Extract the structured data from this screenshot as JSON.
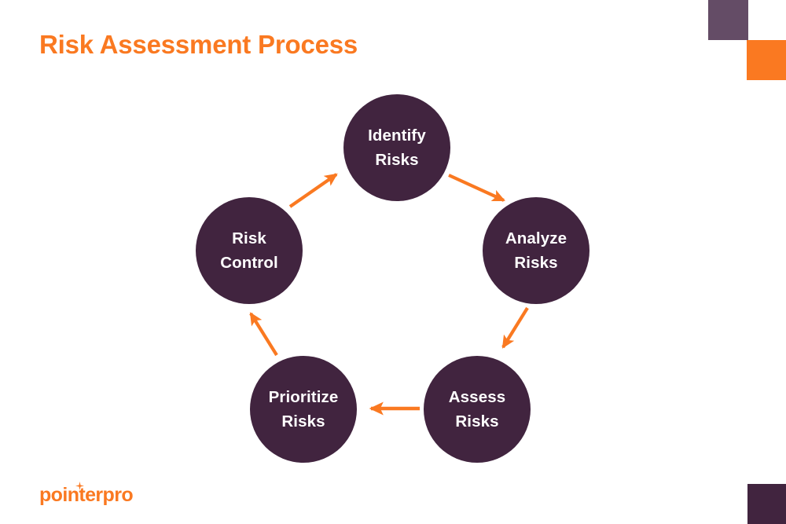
{
  "page": {
    "title": "Risk Assessment Process",
    "background_color": "#FFFFFF"
  },
  "theme": {
    "accent_orange": "#FA7921",
    "node_purple": "#41243F",
    "deco_muted_purple": "#644C66",
    "node_text_color": "#FFFFFF"
  },
  "decorations": [
    {
      "name": "top-purple-square",
      "color": "#644C66"
    },
    {
      "name": "top-orange-square",
      "color": "#FA7921"
    },
    {
      "name": "bottom-purple-square",
      "color": "#41243F"
    }
  ],
  "diagram": {
    "type": "cycle",
    "direction": "clockwise",
    "nodes": [
      {
        "id": "identify",
        "line1": "Identify",
        "line2": "Risks"
      },
      {
        "id": "analyze",
        "line1": "Analyze",
        "line2": "Risks"
      },
      {
        "id": "assess",
        "line1": "Assess",
        "line2": "Risks"
      },
      {
        "id": "prioritize",
        "line1": "Prioritize",
        "line2": "Risks"
      },
      {
        "id": "control",
        "line1": "Risk",
        "line2": "Control"
      }
    ],
    "arrows": [
      {
        "from": "identify",
        "to": "analyze",
        "color": "#FA7921"
      },
      {
        "from": "analyze",
        "to": "assess",
        "color": "#FA7921"
      },
      {
        "from": "assess",
        "to": "prioritize",
        "color": "#FA7921"
      },
      {
        "from": "prioritize",
        "to": "control",
        "color": "#FA7921"
      },
      {
        "from": "control",
        "to": "identify",
        "color": "#FA7921"
      }
    ]
  },
  "logo": {
    "text": "pointerpro",
    "color": "#FA7921",
    "sparkle_icon": "sparkle-icon"
  }
}
